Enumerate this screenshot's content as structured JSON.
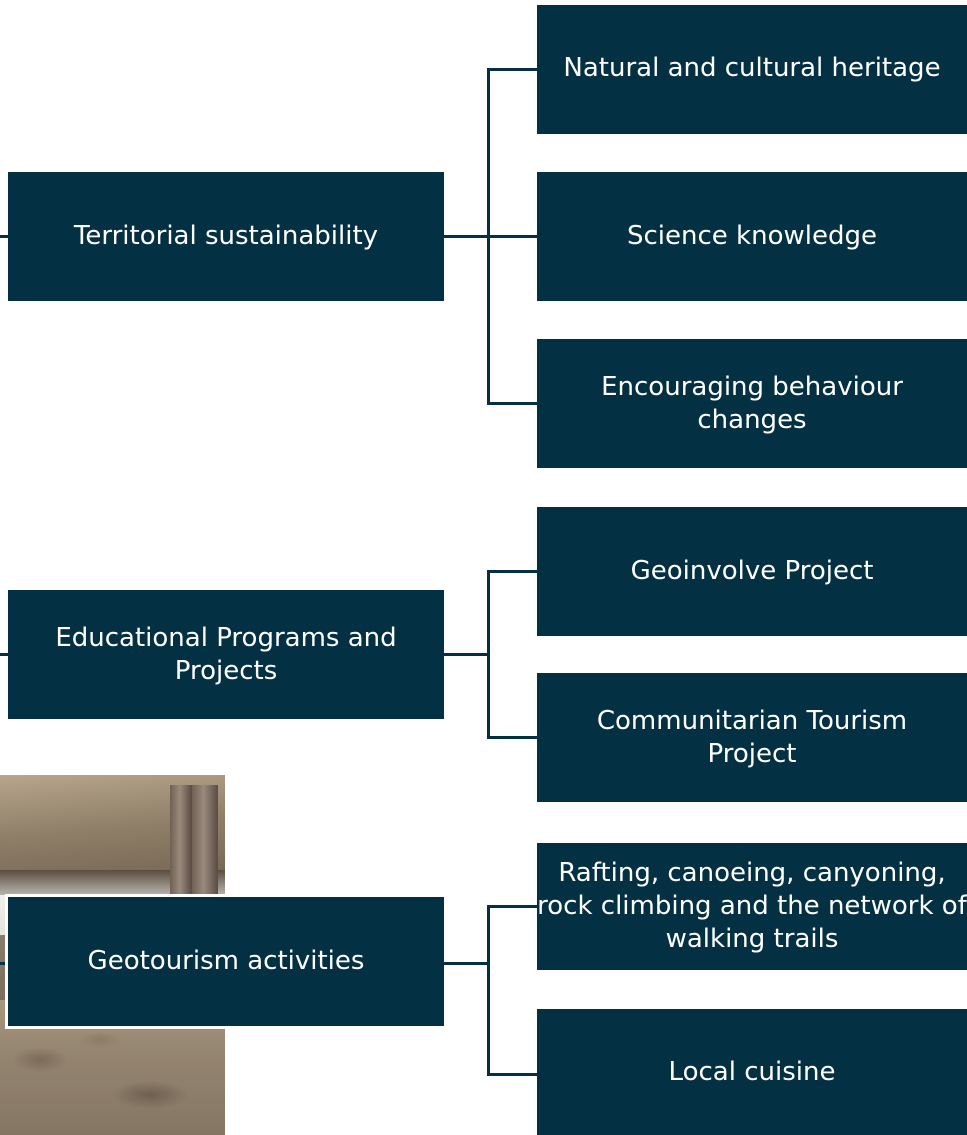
{
  "colors": {
    "box_fill": "#033042",
    "box_text": "#ffffff",
    "connector": "#033042",
    "background": "#ffffff"
  },
  "groups": [
    {
      "label": "Territorial sustainability",
      "children": [
        "Natural and cultural heritage",
        "Science knowledge",
        "Encouraging behaviour changes"
      ]
    },
    {
      "label": "Educational Programs and Projects",
      "children": [
        "Geoinvolve Project",
        "Communitarian Tourism Project"
      ]
    },
    {
      "label": "Geotourism activities",
      "children": [
        "Rafting, canoeing, canyoning, rock climbing and the network of walking trails",
        "Local cuisine"
      ]
    }
  ]
}
